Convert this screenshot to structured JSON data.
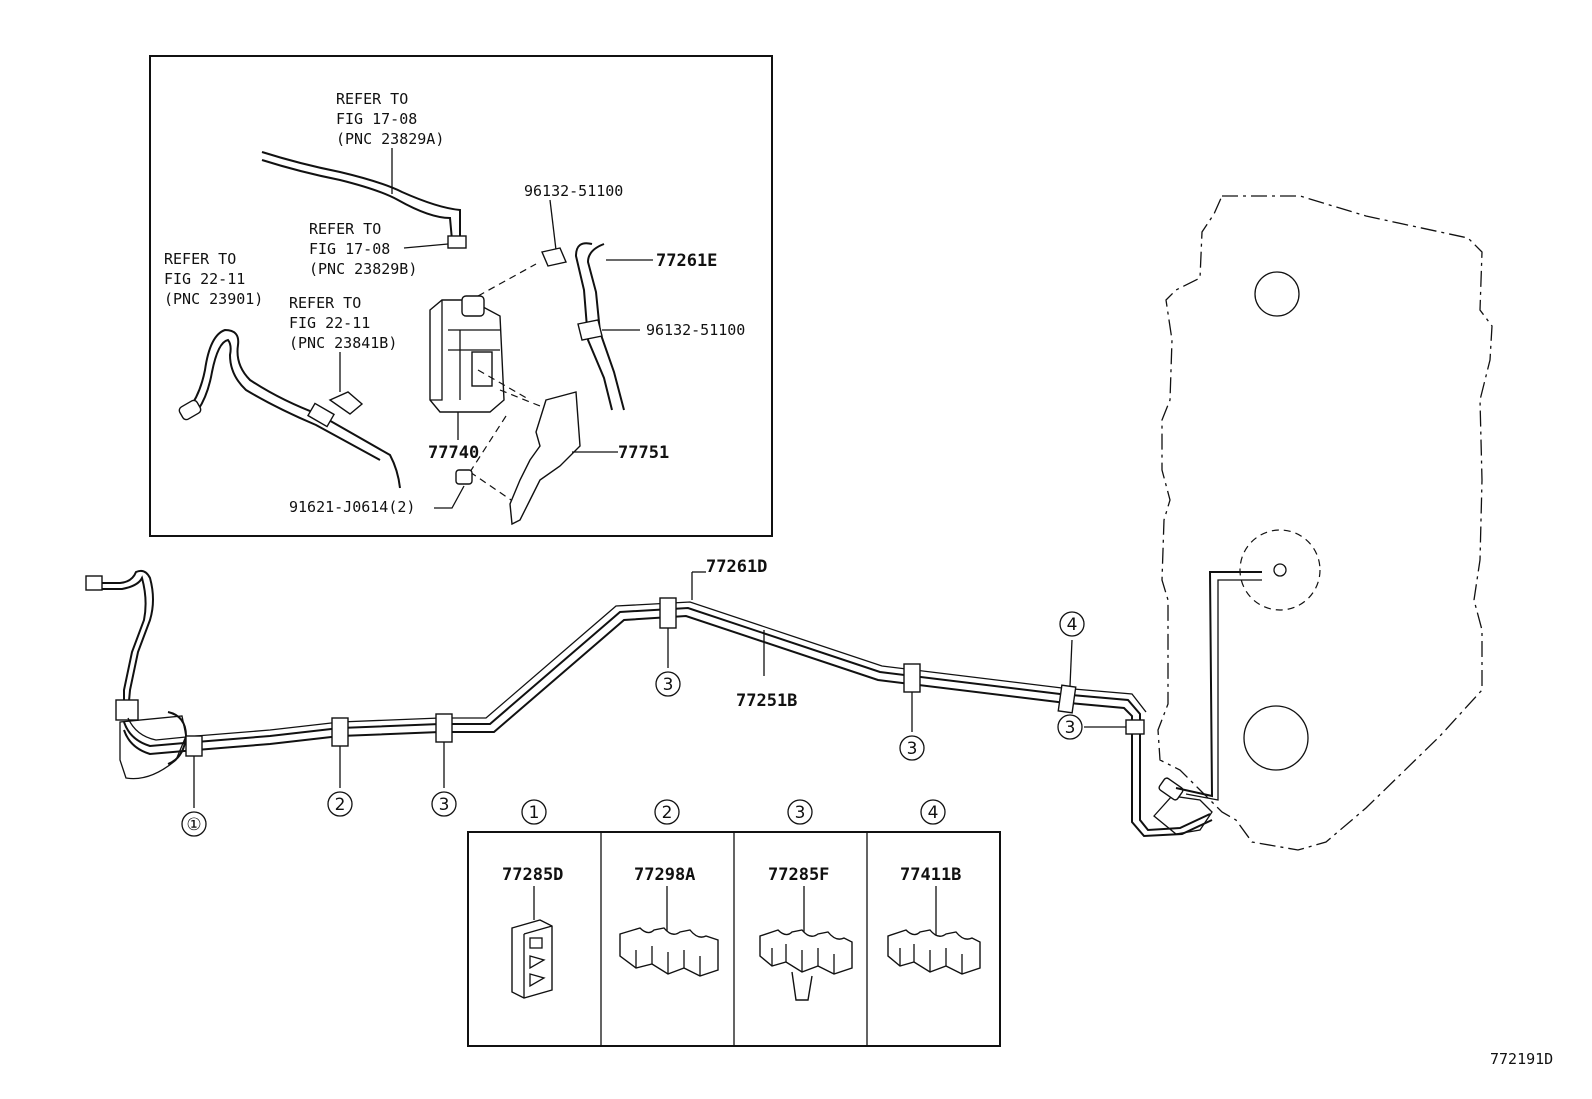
{
  "diagram_id": "772191D",
  "inset": {
    "refer_a": [
      "REFER TO",
      "FIG 17-08",
      "(PNC 23829A)"
    ],
    "refer_b": [
      "REFER TO",
      "FIG 17-08",
      "(PNC 23829B)"
    ],
    "refer_c": [
      "REFER TO",
      "FIG 22-11",
      "(PNC 23901)"
    ],
    "refer_d": [
      "REFER TO",
      "FIG 22-11",
      "(PNC 23841B)"
    ],
    "clip_top": "96132-51100",
    "clip_mid": "96132-51100",
    "hose": "77261E",
    "canister": "77740",
    "bracket": "77751",
    "bolt": "91621-J0614(2)"
  },
  "main": {
    "pipe_upper": "77261D",
    "pipe_lower": "77251B",
    "callouts": [
      "①",
      "②",
      "③",
      "③",
      "③",
      "③",
      "④"
    ]
  },
  "legend": {
    "headers": [
      "①",
      "②",
      "③",
      "④"
    ],
    "parts": [
      "77285D",
      "77298A",
      "77285F",
      "77411B"
    ]
  }
}
